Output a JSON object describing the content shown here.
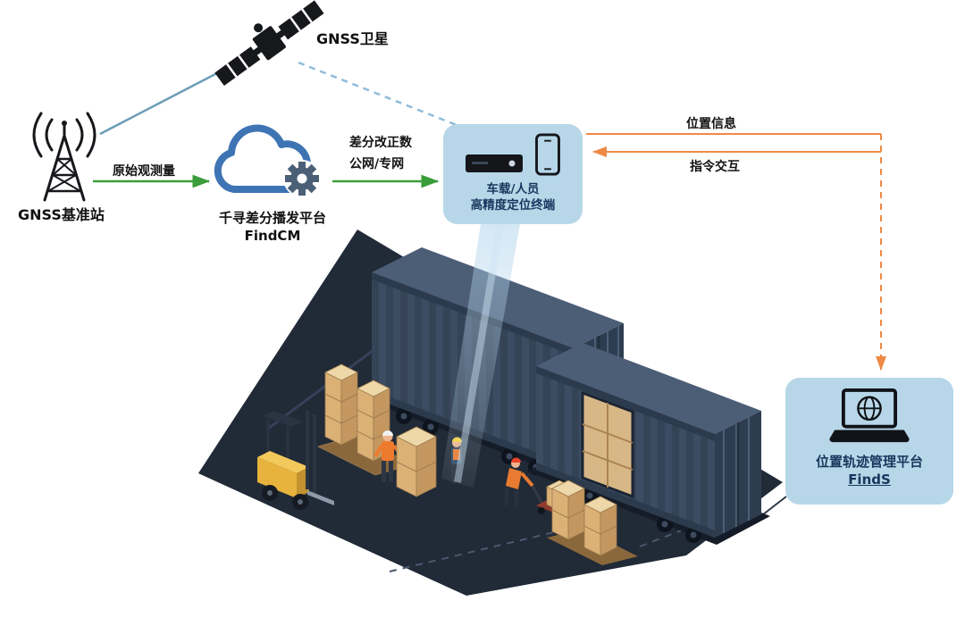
{
  "nodes": {
    "satellite": {
      "label": "GNSS卫星"
    },
    "base_station": {
      "label": "GNSS基准站"
    },
    "cloud_platform": {
      "name": "千寻差分播发平台",
      "product": "FindCM"
    },
    "terminal": {
      "line1": "车载/人员",
      "line2": "高精度定位终端"
    },
    "management_platform": {
      "name": "位置轨迹管理平台",
      "product": "FindS"
    }
  },
  "flows": {
    "raw_observation": "原始观测量",
    "correction_line1": "差分改正数",
    "correction_line2": "公网/专网",
    "position_info": "位置信息",
    "command_interaction": "指令交互"
  },
  "icons": {
    "satellite": "satellite-icon",
    "base_station": "radio-tower-icon",
    "cloud_platform": "cloud-gear-icon",
    "terminal_receiver": "receiver-box-icon",
    "terminal_phone": "smartphone-icon",
    "management_platform": "laptop-globe-icon"
  },
  "colors": {
    "green_arrow": "#3a9d3a",
    "orange_arrow": "#ee8a44",
    "teal_line": "#6d9eb8",
    "sky_dash": "#8fbcd9",
    "bubble_bg": "#b7d7e9",
    "bubble_text": "#17365d"
  }
}
